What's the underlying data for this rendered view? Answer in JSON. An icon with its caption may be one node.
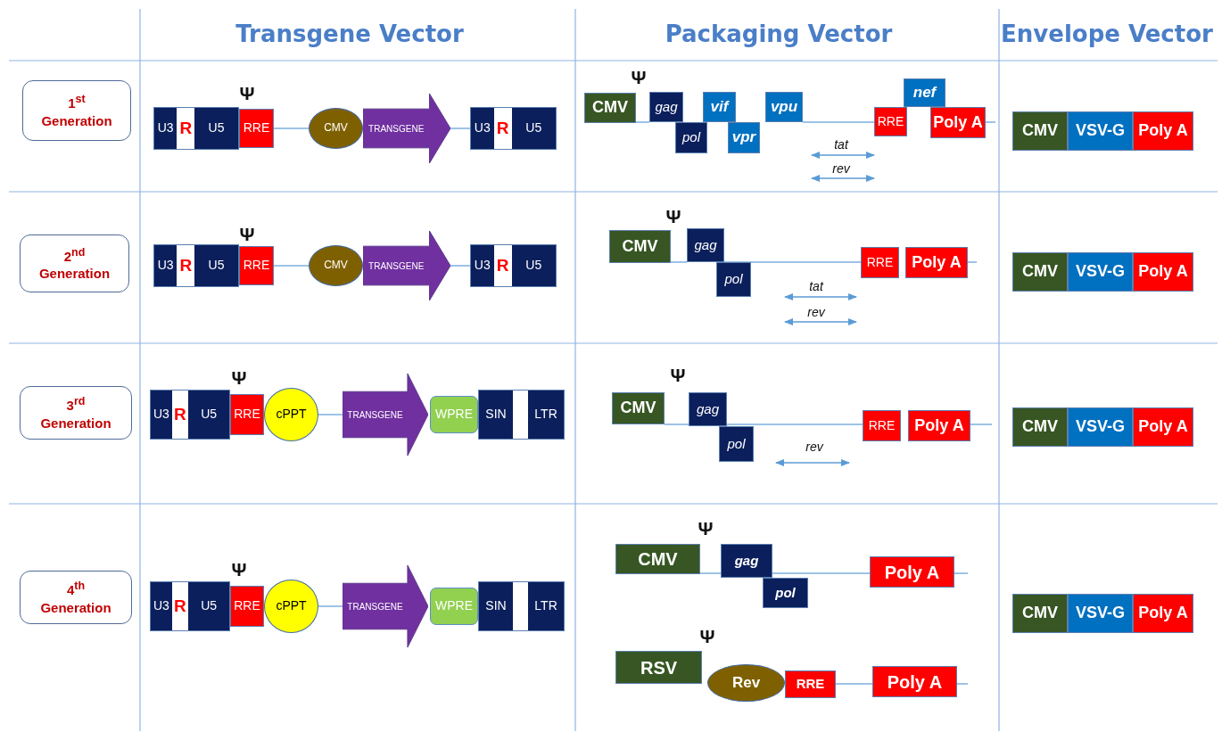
{
  "diagram": {
    "nodes": [
      {
        "text": [
          "1$^{st}$ Generation"
        ]
      },
      {
        "text": [
          "U3",
          "R",
          "U5"
        ]
      },
      {
        "text": [
          "RRE"
        ]
      },
      {
        "text": [
          "CMV"
        ]
      },
      {
        "text": [
          "TRANSGENE"
        ]
      },
      {
        "text": [
          "U3",
          "R",
          "U5"
        ]
      },
      {
        "text": [
          "CMV"
        ]
      },
      {
        "text": [
          "gag"
        ]
      },
      {
        "text": [
          "pol"
        ]
      },
      {
        "text": [
          "vif"
        ]
      },
      {
        "text": [
          "vpr"
        ]
      },
      {
        "text": [
          "vpu"
        ]
      },
      {
        "text": [
          "RRE"
        ]
      },
      {
        "text": [
          "nef"
        ]
      },
      {
        "text": [
          "Poly A"
        ]
      },
      {
        "text": [
          "CMV"
        ]
      },
      {
        "text": [
          "VSV-G"
        ]
      },
      {
        "text": [
          "Poly A"
        ]
      },
      {
        "text": [
          "2$^{nd}$ Generation"
        ]
      },
      {
        "text": [
          "U3",
          "R",
          "U5"
        ]
      },
      {
        "text": [
          "RRE"
        ]
      },
      {
        "text": [
          "CMV"
        ]
      },
      {
        "text": [
          "TRANSGENE"
        ]
      },
      {
        "text": [
          "U3",
          "R",
          "U5"
        ]
      },
      {
        "text": [
          "CMV"
        ]
      },
      {
        "text": [
          "gag"
        ]
      },
      {
        "text": [
          "pol"
        ]
      },
      {
        "text": [
          "RRE"
        ]
      },
      {
        "text": [
          "Poly A"
        ]
      },
      {
        "text": [
          "CMV"
        ]
      },
      {
        "text": [
          "VSV-G"
        ]
      },
      {
        "text": [
          "Poly A"
        ]
      },
      {
        "text": [
          "3$^{rd}$ Generation"
        ]
      },
      {
        "text": [
          "U3",
          "R",
          "U5"
        ]
      },
      {
        "text": [
          "RRE"
        ]
      },
      {
        "text": [
          "cPPT"
        ]
      },
      {
        "text": [
          "TRANSGENE"
        ]
      },
      {
        "text": [
          "WPRE"
        ]
      },
      {
        "text": [
          "SIN",
          "LTR"
        ]
      },
      {
        "text": [
          "CMV"
        ]
      },
      {
        "text": [
          "gag"
        ]
      },
      {
        "text": [
          "pol"
        ]
      },
      {
        "text": [
          "RRE"
        ]
      },
      {
        "text": [
          "Poly A"
        ]
      },
      {
        "text": [
          "CMV"
        ]
      },
      {
        "text": [
          "VSV-G"
        ]
      },
      {
        "text": [
          "Poly A"
        ]
      },
      {
        "text": [
          "4$^{th}$ Generation"
        ]
      },
      {
        "text": [
          "U3",
          "R",
          "U5"
        ]
      },
      {
        "text": [
          "RRE"
        ]
      },
      {
        "text": [
          "cPPT"
        ]
      },
      {
        "text": [
          "TRANSGENE"
        ]
      },
      {
        "text": [
          "WPRE"
        ]
      },
      {
        "text": [
          "SIN",
          "LTR"
        ]
      },
      {
        "text": [
          "CMV"
        ]
      },
      {
        "text": [
          "gag"
        ]
      },
      {
        "text": [
          "pol"
        ]
      },
      {
        "text": [
          "Poly A"
        ]
      },
      {
        "text": [
          "RSV"
        ]
      },
      {
        "text": [
          "Rev"
        ]
      },
      {
        "text": [
          "RRE"
        ]
      },
      {
        "text": [
          "Poly A"
        ]
      },
      {
        "text": [
          "CMV"
        ]
      },
      {
        "text": [
          "VSV-G"
        ]
      },
      {
        "text": [
          "Poly A"
        ]
      }
    ],
    "edges": [
      {
        "from": 2,
        "to": 3,
        "arrow": "none"
      },
      {
        "from": 4,
        "to": 5,
        "arrow": "none"
      },
      {
        "from": 6,
        "to": 7,
        "arrow": "none"
      },
      {
        "from": 11,
        "to": 12,
        "arrow": "none"
      },
      {
        "from": 14,
        "to": null,
        "arrow": "none"
      },
      {
        "from": 20,
        "to": 21,
        "arrow": "none"
      },
      {
        "from": 22,
        "to": 23,
        "arrow": "none"
      },
      {
        "from": 24,
        "to": 25,
        "arrow": "none"
      },
      {
        "from": 25,
        "to": 27,
        "arrow": "none"
      },
      {
        "from": 28,
        "to": null,
        "arrow": "none"
      },
      {
        "from": 35,
        "to": 36,
        "arrow": "none"
      },
      {
        "from": 39,
        "to": 40,
        "arrow": "none"
      },
      {
        "from": 40,
        "to": 42,
        "arrow": "none"
      },
      {
        "from": 43,
        "to": null,
        "arrow": "none"
      },
      {
        "from": 50,
        "to": 51,
        "arrow": "none"
      },
      {
        "from": 54,
        "to": 55,
        "arrow": "none"
      },
      {
        "from": 55,
        "to": 57,
        "arrow": "none"
      },
      {
        "from": 57,
        "to": null,
        "arrow": "none"
      },
      {
        "from": 60,
        "to": 61,
        "arrow": "none"
      },
      {
        "from": 61,
        "to": null,
        "arrow": "none"
      }
    ],
    "labels": [
      "Transgene Vector",
      "Packaging Vector",
      "Envelope Vector",
      "Ψ",
      "Ψ",
      "tat",
      "rev",
      "Ψ",
      "Ψ",
      "tat",
      "rev",
      "Ψ",
      "Ψ",
      "rev",
      "Ψ",
      "Ψ",
      "Ψ"
    ]
  }
}
